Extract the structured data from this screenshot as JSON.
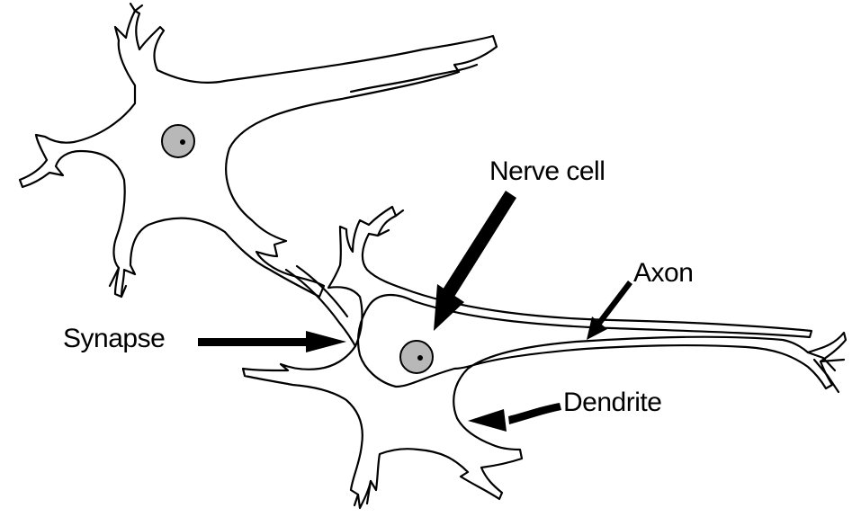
{
  "labels": {
    "nerve_cell": "Nerve cell",
    "axon": "Axon",
    "synapse": "Synapse",
    "dendrite": "Dendrite"
  },
  "colors": {
    "stroke": "#000000",
    "nucleus_fill": "#b8b8b8",
    "background": "#ffffff"
  }
}
